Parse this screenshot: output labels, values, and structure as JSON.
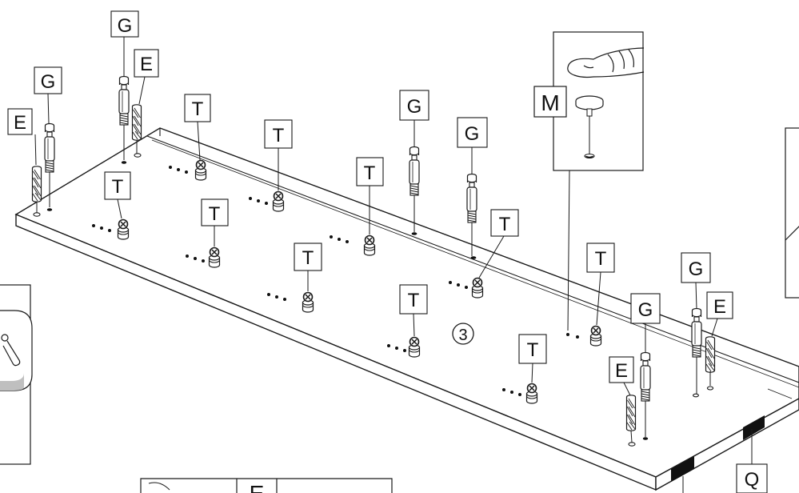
{
  "step_number": "3",
  "callouts": {
    "G": "G",
    "E": "E",
    "T": "T",
    "M": "M",
    "Q": "Q"
  },
  "colors": {
    "line": "#1a1a1a",
    "fill": "#ffffff",
    "shade": "#cfcfcf",
    "dark": "#111111"
  },
  "parts": {
    "G": "cam-dowel",
    "E": "wood-dowel",
    "T": "cam-lock",
    "M": "press-in-cap",
    "Q": "edge-label"
  }
}
